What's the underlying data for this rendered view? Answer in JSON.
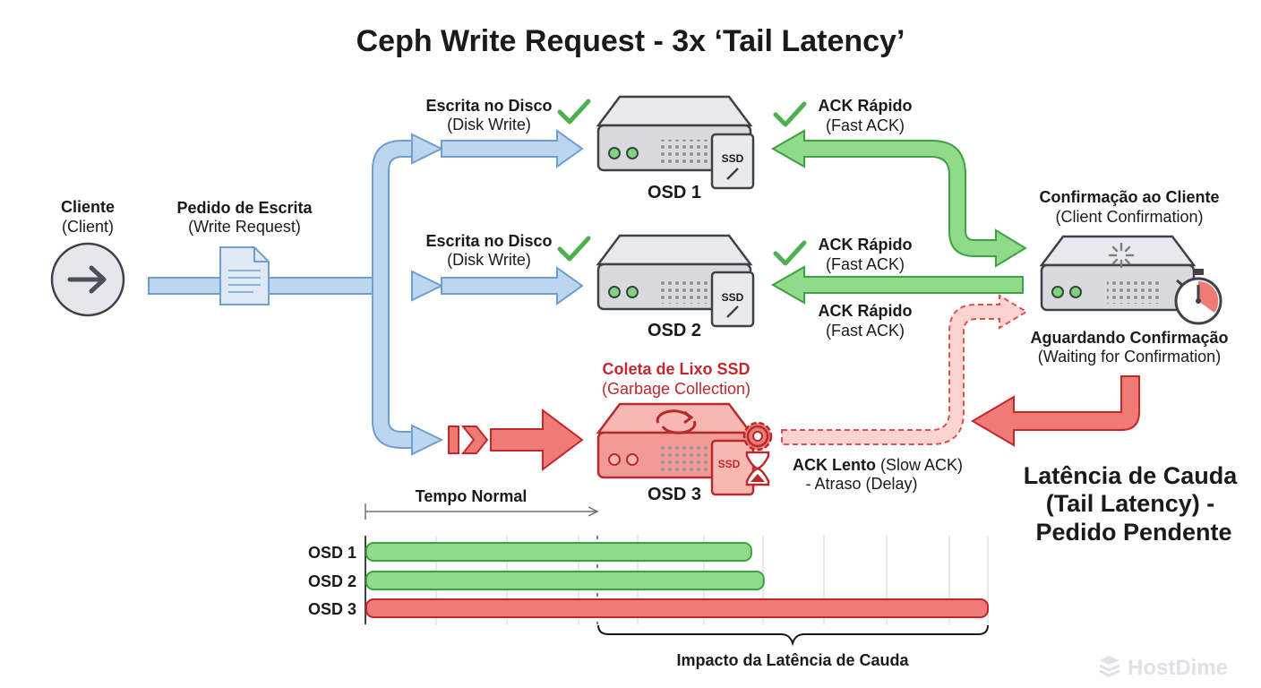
{
  "title": "Ceph Write Request - 3x  ‘Tail Latency’",
  "client": {
    "label": "Cliente",
    "sublabel": "(Client)"
  },
  "write_request": {
    "label": "Pedido de Escrita",
    "sublabel": "(Write Request)"
  },
  "disk_write_1": {
    "label": "Escrita no Disco",
    "sublabel": "(Disk Write)"
  },
  "disk_write_2": {
    "label": "Escrita no Disco",
    "sublabel": "(Disk Write)"
  },
  "gc": {
    "label": "Coleta de Lixo SSD",
    "sublabel": "(Garbage Collection)"
  },
  "osd1": {
    "label": "OSD 1",
    "ssd": "SSD"
  },
  "osd2": {
    "label": "OSD 2",
    "ssd": "SSD"
  },
  "osd3": {
    "label": "OSD 3",
    "ssd": "SSD"
  },
  "ack1": {
    "label": "ACK Rápido",
    "sublabel": "(Fast ACK)"
  },
  "ack2": {
    "label": "ACK Rápido",
    "sublabel": "(Fast ACK)"
  },
  "ack3": {
    "label": "ACK Rápido",
    "sublabel": "(Fast ACK)"
  },
  "slow_ack": {
    "label": "ACK Lento",
    "paren": " (Slow ACK)",
    "line2": "- Atraso (Delay)"
  },
  "confirm": {
    "label": "Confirmação ao Cliente",
    "sublabel": "(Client Confirmation)"
  },
  "waiting": {
    "label": "Aguardando Confirmação",
    "sublabel": "(Waiting for Confirmation)"
  },
  "tail": {
    "line1": "Latência de Cauda",
    "line2": "(Tail Latency) -",
    "line3": "Pedido Pendente"
  },
  "timeline": {
    "normal_label": "Tempo Normal",
    "impact_label": "Impacto da Latência de Cauda",
    "bars": [
      {
        "label": "OSD 1",
        "value": 0.62,
        "color": "#8fdb8a"
      },
      {
        "label": "OSD 2",
        "value": 0.64,
        "color": "#8fdb8a"
      },
      {
        "label": "OSD 3",
        "value": 1.0,
        "color": "#f07a76"
      }
    ]
  },
  "watermark": "HostDime",
  "colors": {
    "blue": "#bcd6f0",
    "green": "#8fdb8a",
    "red": "#f07a76"
  }
}
